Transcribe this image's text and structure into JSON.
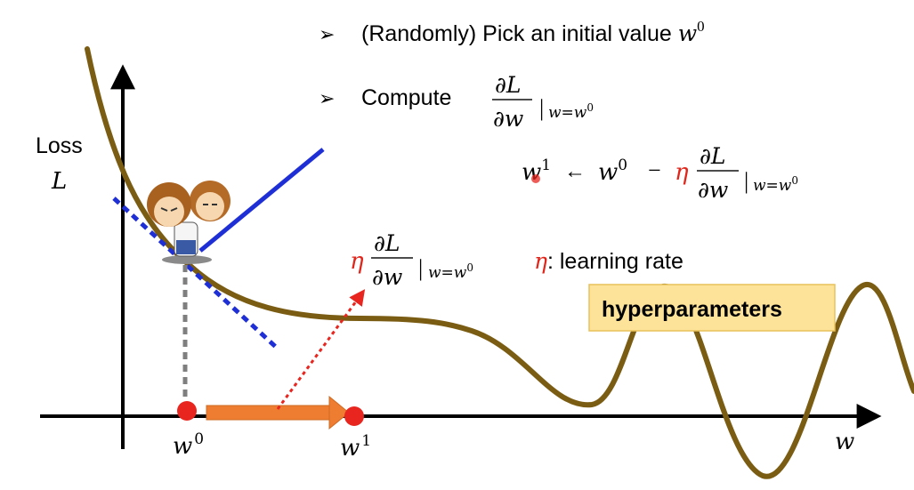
{
  "bullets": [
    {
      "marker": "➢",
      "text": "(Randomly) Pick an initial value ",
      "var": "w",
      "sup": "0"
    },
    {
      "marker": "➢",
      "text": "Compute"
    }
  ],
  "derivative": {
    "num": "∂L",
    "den": "∂w",
    "eval": "|",
    "sub": "w=w",
    "subsup": "0"
  },
  "update_rule": {
    "lhs": "w",
    "lhs_sup": "1",
    "arrow": "←",
    "w0": "w",
    "w0_sup": "0",
    "minus": "−",
    "eta": "η",
    "num": "∂L",
    "den": "∂w",
    "eval": "|",
    "sub": "w=w",
    "subsup": "0"
  },
  "step_label": {
    "eta": "η",
    "num": "∂L",
    "den": "∂w",
    "eval": "|",
    "sub": "w=w",
    "subsup": "0"
  },
  "learning_rate": {
    "eta": "η",
    "text": ": learning rate"
  },
  "hyperparameters_badge": "hyperparameters",
  "axis_labels": {
    "y_top": "Loss",
    "y_var": "L",
    "x_var": "w",
    "w0": "w",
    "w0_sup": "0",
    "w1": "w",
    "w1_sup": "1"
  },
  "colors": {
    "curve": "#7a5c12",
    "tangent": "#1f2fd6",
    "step_arrow": "#ee7d31",
    "point": "#e8261f",
    "eta": "#e0251b",
    "badge_bg": "#fde39a",
    "badge_border": "#e8c15a"
  }
}
